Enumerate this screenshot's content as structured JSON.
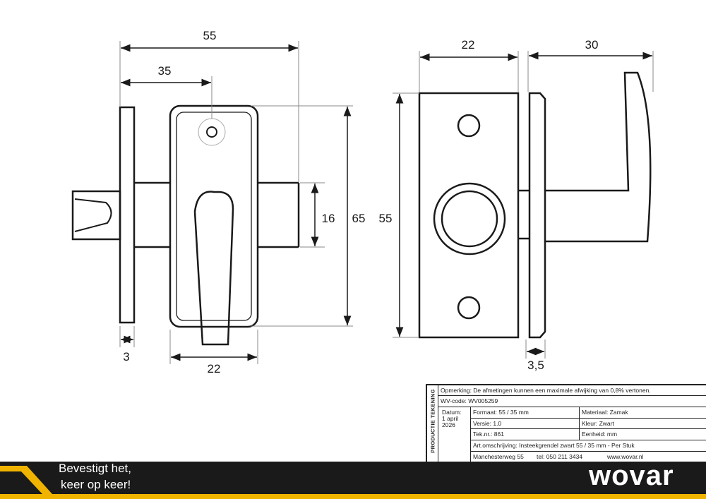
{
  "dimensions": {
    "width_55": "55",
    "offset_35": "35",
    "thickness_3": "3",
    "width_22": "22",
    "bolt_16": "16",
    "height_65": "65",
    "side_width_22": "22",
    "handle_30": "30",
    "side_height_55": "55",
    "side_thickness": "3,5"
  },
  "title_block": {
    "side_label": "PRODUCTIE TEKENING",
    "remark": "Opmerking: De afmetingen kunnen een maximale afwijking van 0,8% vertonen.",
    "wv_code": "WV-code: WV005259",
    "datum_label": "Datum:",
    "datum_value_1": "1 april",
    "datum_value_2": "2026",
    "formaat": "Formaat:  55 / 35 mm",
    "materiaal": "Materiaal: Zamak",
    "versie": "Versie: 1.0",
    "kleur": "Kleur: Zwart",
    "tek_nr": "Tek.nr.: 861",
    "eenheid": "Eenheid: mm",
    "art_omschrijving": "Art.omschrijving: Insteekgrendel zwart 55 / 35 mm - Per Stuk",
    "address": "Manchesterweg 55",
    "phone": "tel: 050 211 3434",
    "website": "www.wovar.nl"
  },
  "footer": {
    "slogan_line1": "Bevestigt het,",
    "slogan_line2": "keer op keer!",
    "logo": "wovar",
    "colors": {
      "dark": "#1a1a1a",
      "accent": "#f0b400"
    }
  }
}
